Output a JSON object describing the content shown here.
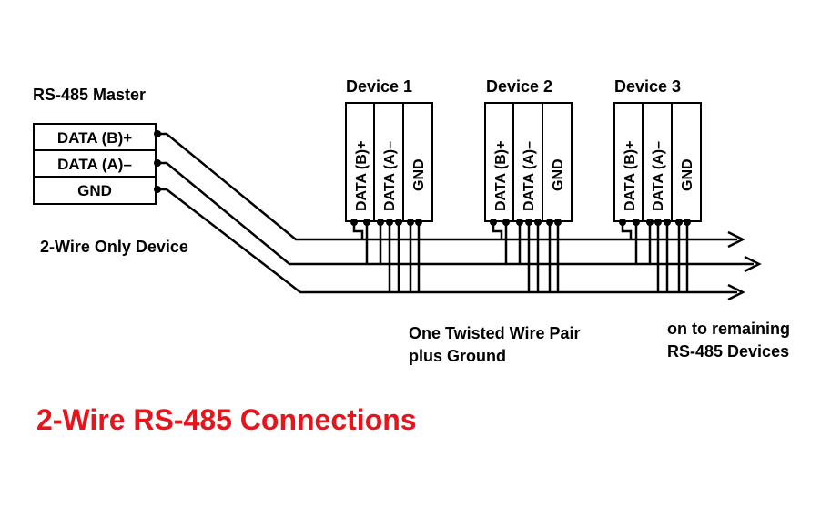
{
  "master": {
    "label": "RS-485 Master",
    "terminals": [
      "DATA (B)+",
      "DATA (A)–",
      "GND"
    ]
  },
  "devices": [
    {
      "label": "Device 1",
      "terminals": [
        "DATA (B)+",
        "DATA (A)–",
        "GND"
      ]
    },
    {
      "label": "Device 2",
      "terminals": [
        "DATA (B)+",
        "DATA (A)–",
        "GND"
      ]
    },
    {
      "label": "Device 3",
      "terminals": [
        "DATA (B)+",
        "DATA (A)–",
        "GND"
      ]
    }
  ],
  "notes": {
    "two_wire_only": "2-Wire Only Device",
    "twisted_pair_line1": "One Twisted Wire Pair",
    "twisted_pair_line2": "plus Ground",
    "remaining_line1": "on to remaining",
    "remaining_line2": "RS-485 Devices"
  },
  "title": {
    "text": "2-Wire RS-485 Connections",
    "color": "#e8141b"
  }
}
